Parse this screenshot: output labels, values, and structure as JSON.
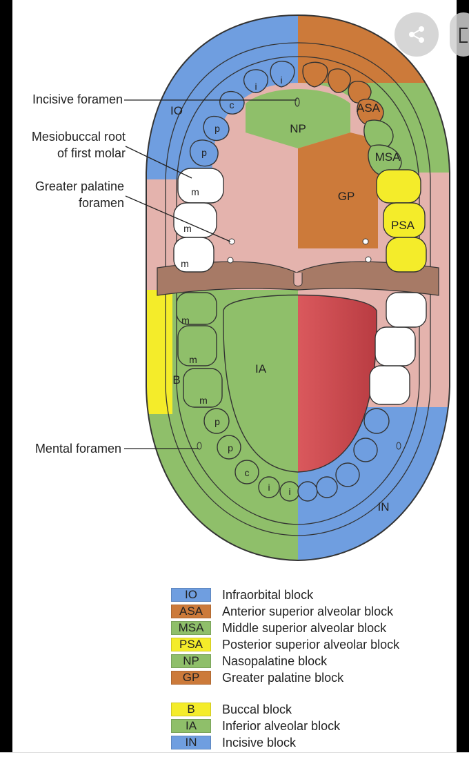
{
  "labels": {
    "incisive_foramen": "Incisive foramen",
    "mesiobuccal_root_line1": "Mesiobuccal root",
    "mesiobuccal_root_line2": "of first molar",
    "greater_palatine_line1": "Greater palatine",
    "greater_palatine_line2": "foramen",
    "mental_foramen": "Mental foramen"
  },
  "zones": {
    "io": "IO",
    "np": "NP",
    "asa": "ASA",
    "msa": "MSA",
    "gp": "GP",
    "psa": "PSA",
    "b": "B",
    "ia": "IA",
    "in": "IN"
  },
  "teeth": {
    "i": "i",
    "c": "c",
    "p": "p",
    "m": "m"
  },
  "legend_group1": [
    {
      "code": "IO",
      "text": "Infraorbital block",
      "color": "#6f9ee0"
    },
    {
      "code": "ASA",
      "text": "Anterior superior alveolar block",
      "color": "#cc7a3a"
    },
    {
      "code": "MSA",
      "text": "Middle superior alveolar block",
      "color": "#8fbf6a"
    },
    {
      "code": "PSA",
      "text": "Posterior superior alveolar block",
      "color": "#f4ec2a"
    },
    {
      "code": "NP",
      "text": "Nasopalatine block",
      "color": "#8fbf6a"
    },
    {
      "code": "GP",
      "text": "Greater palatine block",
      "color": "#cc7a3a"
    }
  ],
  "legend_group2": [
    {
      "code": "B",
      "text": "Buccal block",
      "color": "#f4ec2a"
    },
    {
      "code": "IA",
      "text": "Inferior alveolar block",
      "color": "#8fbf6a"
    },
    {
      "code": "IN",
      "text": "Incisive block",
      "color": "#6f9ee0"
    }
  ],
  "colors": {
    "blue": "#6f9ee0",
    "orange": "#cc7a3a",
    "green": "#8fbf6a",
    "yellow": "#f4ec2a",
    "pink": "#e4b3ad",
    "brown": "#a77a66",
    "tongue_red": "#c9444a"
  },
  "icons": {
    "share": "share-icon",
    "more": "more-icon"
  }
}
